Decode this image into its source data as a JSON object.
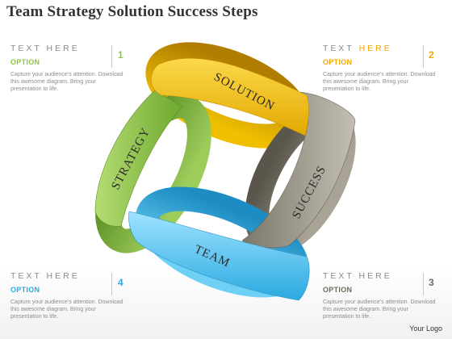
{
  "title": "Team Strategy Solution Success Steps",
  "boxes": [
    {
      "n": "1",
      "header_a": "TEXT HERE",
      "header_b": "",
      "option": "OPTION",
      "desc": "Capture your audience’s attention. Download this awesome diagram. Bring your presentation to life.",
      "color": "#8cc63f"
    },
    {
      "n": "2",
      "header_a": "TEXT ",
      "header_b": "HERE",
      "option": "OPTION",
      "desc": "Capture your audience’s attention. Download this awesome diagram. Bring your presentation to life.",
      "color": "#f0a800"
    },
    {
      "n": "3",
      "header_a": "TEXT HERE",
      "header_b": "",
      "option": "OPTION",
      "desc": "Capture your audience’s attention. Download this awesome diagram. Bring your presentation to life.",
      "color": "#6f6a5e"
    },
    {
      "n": "4",
      "header_a": "TEXT HERE",
      "header_b": "",
      "option": "OPTION",
      "desc": "Capture your audience’s attention. Download this awesome diagram. Bring your presentation to life.",
      "color": "#29abe2"
    }
  ],
  "rings": {
    "solution": {
      "label": "SOLUTION",
      "color": "#f5c518"
    },
    "strategy": {
      "label": "STRATEGY",
      "color": "#8cc63f"
    },
    "success": {
      "label": "SUCCESS",
      "color": "#9b968a"
    },
    "team": {
      "label": "TEAM",
      "color": "#4fc3f7"
    }
  },
  "logo": "Your Logo"
}
